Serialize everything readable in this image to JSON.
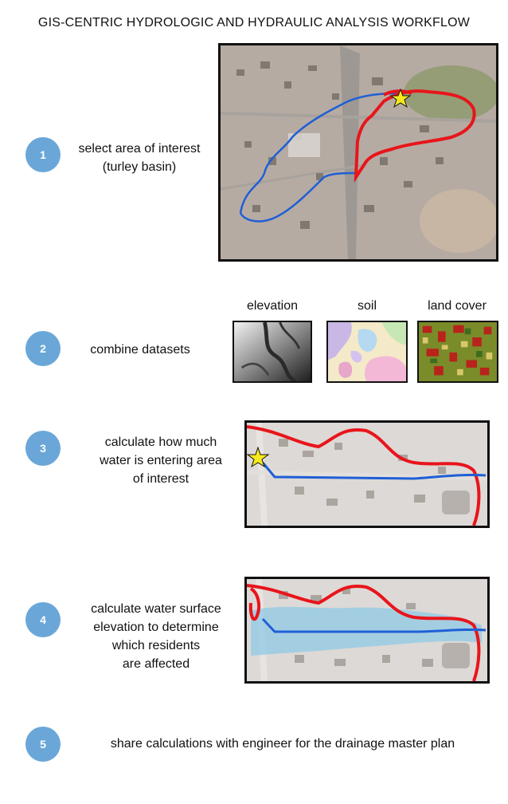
{
  "title": "GIS-CENTRIC HYDROLOGIC AND HYDRAULIC ANALYSIS WORKFLOW",
  "steps": [
    {
      "number": "1",
      "lines": [
        "select area of interest",
        "(turley basin)"
      ]
    },
    {
      "number": "2",
      "lines": [
        "combine datasets"
      ]
    },
    {
      "number": "3",
      "lines": [
        "calculate how much",
        "water is entering area",
        "of interest"
      ]
    },
    {
      "number": "4",
      "lines": [
        "calculate water surface",
        "elevation to determine",
        "which residents",
        "are affected"
      ]
    },
    {
      "number": "5",
      "lines": [
        "share calculations with engineer for the drainage master plan"
      ]
    }
  ],
  "datasets": [
    {
      "label": "elevation"
    },
    {
      "label": "soil"
    },
    {
      "label": "land cover"
    }
  ],
  "colors": {
    "step_circle": "#6aa7d8",
    "basin_outline": "#e8151b",
    "stream": "#1f5fd6",
    "inundation": "#8fc9e6",
    "star": "#f7ea1c"
  }
}
